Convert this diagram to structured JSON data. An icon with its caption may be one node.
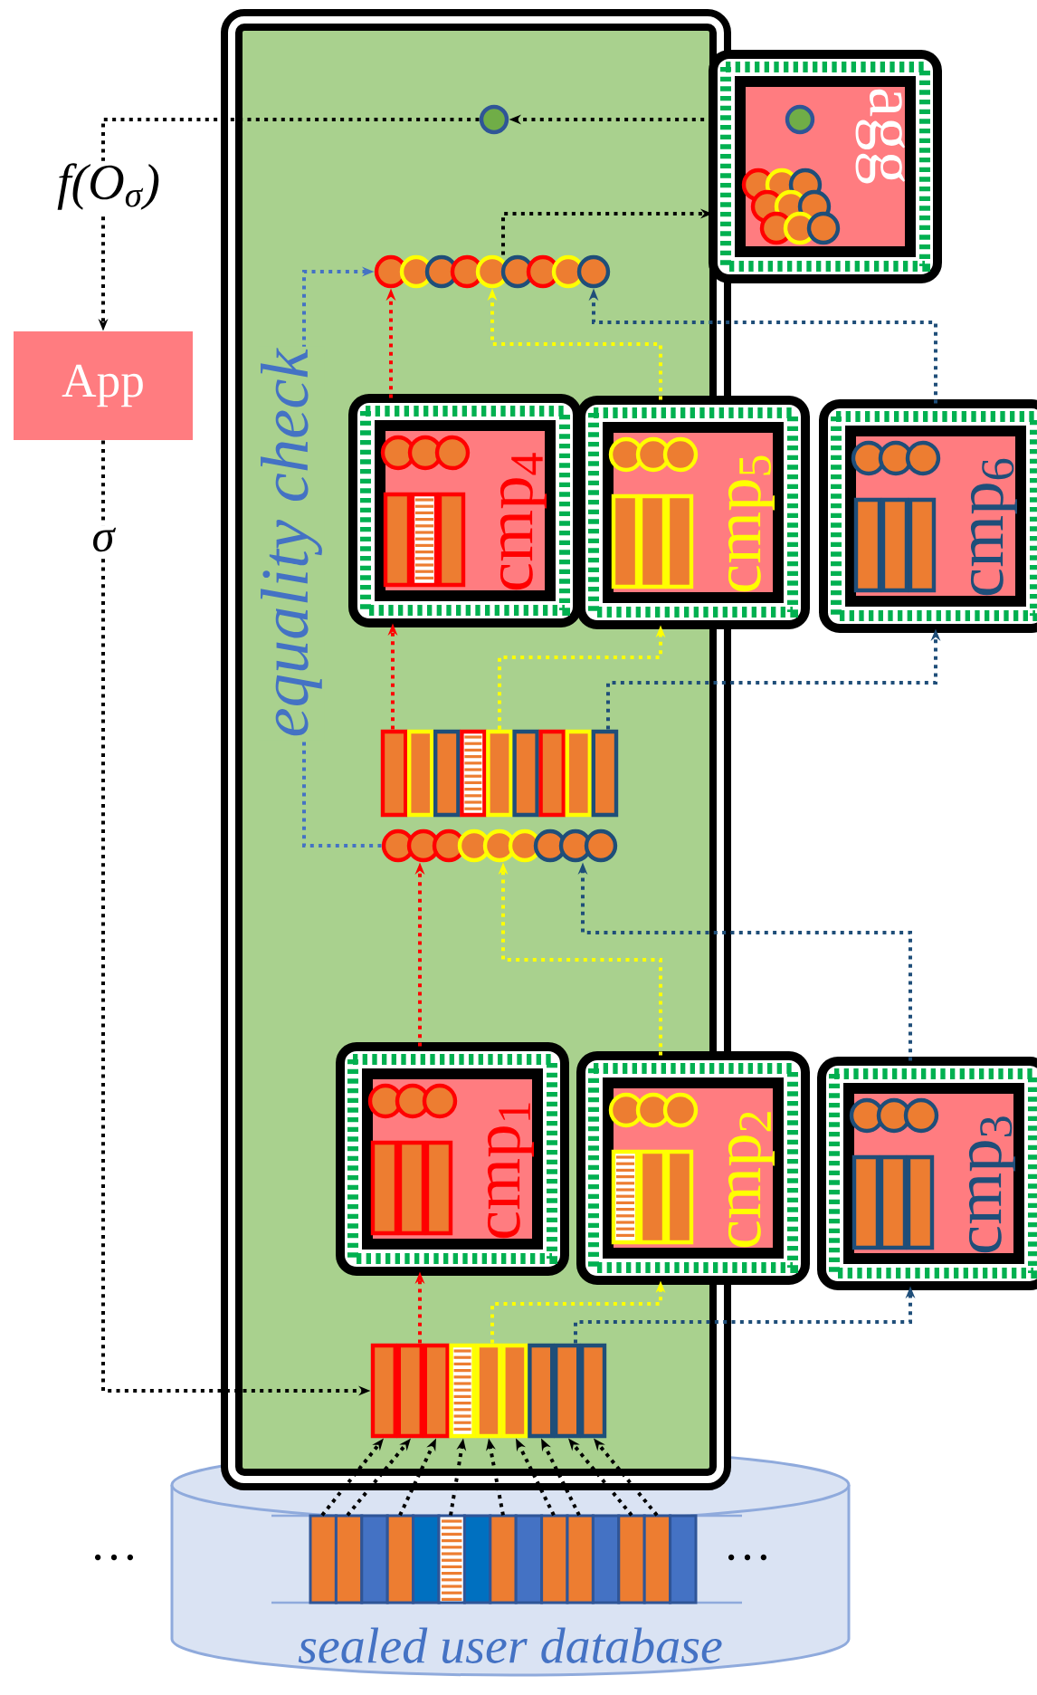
{
  "diagram": {
    "nodes": [
      {
        "text": [],
        "shape": "box"
      },
      {
        "text": [],
        "shape": "circle",
        "in": 0
      },
      {
        "text": [
          "agg"
        ]
      },
      {
        "text": [
          "App"
        ]
      },
      {
        "text": [],
        "shape": "circle",
        "in": 0
      },
      {
        "text": [
          "cmp$_{4}$"
        ],
        "in": 0
      },
      {
        "text": [
          "cmp$_{5}$"
        ]
      },
      {
        "text": [
          "cmp$_{6}$"
        ]
      },
      {
        "text": [],
        "shape": "bar",
        "in": 0
      },
      {
        "text": [],
        "shape": "circle",
        "in": 0
      },
      {
        "text": [
          "cmp$_{1}$"
        ],
        "in": 0
      },
      {
        "text": [
          "cmp$_{2}$"
        ]
      },
      {
        "text": [
          "cmp$_{3}$"
        ]
      },
      {
        "text": [],
        "shape": "bar",
        "in": 0
      },
      {
        "text": [
          "sealed user database"
        ]
      },
      {
        "text": [],
        "shape": "bar",
        "in": 14
      }
    ],
    "edges": [
      {
        "from": 1,
        "to": 3,
        "arrow": "to",
        "label": "f(O$_{σ}$)"
      },
      {
        "from": 2,
        "to": 1,
        "arrow": "to"
      },
      {
        "from": 4,
        "to": 2,
        "arrow": "to"
      },
      {
        "from": 3,
        "to": 13,
        "arrow": "to",
        "label": "σ"
      },
      {
        "from": 9,
        "to": 4,
        "arrow": "to",
        "label": "equality check",
        "color": "#4472c4"
      },
      {
        "from": 5,
        "to": 4,
        "arrow": "to",
        "color": "#ff0000"
      },
      {
        "from": 6,
        "to": 4,
        "arrow": "to",
        "color": "#ffff00"
      },
      {
        "from": 7,
        "to": 4,
        "arrow": "to",
        "color": "#1f4e79"
      },
      {
        "from": 8,
        "to": 5,
        "arrow": "to",
        "color": "#ff0000"
      },
      {
        "from": 8,
        "to": 6,
        "arrow": "to",
        "color": "#ffff00"
      },
      {
        "from": 8,
        "to": 7,
        "arrow": "to",
        "color": "#1f4e79"
      },
      {
        "from": 10,
        "to": 9,
        "arrow": "to",
        "color": "#ff0000"
      },
      {
        "from": 11,
        "to": 9,
        "arrow": "to",
        "color": "#ffff00"
      },
      {
        "from": 12,
        "to": 9,
        "arrow": "to",
        "color": "#1f4e79"
      },
      {
        "from": 13,
        "to": 10,
        "arrow": "to",
        "color": "#ff0000"
      },
      {
        "from": 13,
        "to": 11,
        "arrow": "to",
        "color": "#ffff00"
      },
      {
        "from": 13,
        "to": 12,
        "arrow": "to",
        "color": "#1f4e79"
      },
      {
        "from": 15,
        "to": 13,
        "arrow": "to"
      },
      {
        "from": 15,
        "to": 13,
        "arrow": "to"
      },
      {
        "from": 15,
        "to": 13,
        "arrow": "to"
      },
      {
        "from": 15,
        "to": 13,
        "arrow": "to"
      },
      {
        "from": 15,
        "to": 13,
        "arrow": "to"
      },
      {
        "from": 15,
        "to": 13,
        "arrow": "to"
      },
      {
        "from": 15,
        "to": 13,
        "arrow": "to"
      },
      {
        "from": 15,
        "to": 13,
        "arrow": "to"
      },
      {
        "from": 15,
        "to": 13,
        "arrow": "to"
      }
    ],
    "labels": [
      "…",
      "…"
    ]
  }
}
